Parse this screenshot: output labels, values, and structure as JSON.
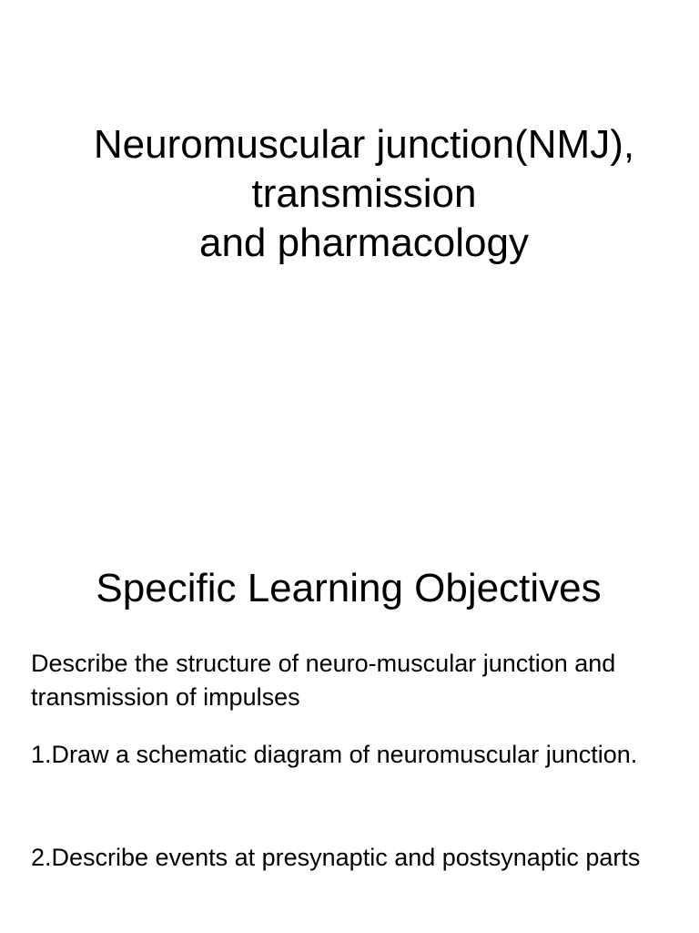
{
  "title_slide": {
    "lines": [
      "Neuromuscular junction(NMJ),",
      "transmission",
      "and pharmacology"
    ]
  },
  "objectives_slide": {
    "heading": "Specific Learning Objectives",
    "intro": "Describe the structure of neuro-muscular junction and transmission of impulses",
    "items": [
      "1.Draw a schematic diagram of neuromuscular junction.",
      "2.Describe events at presynaptic and postsynaptic parts"
    ]
  }
}
